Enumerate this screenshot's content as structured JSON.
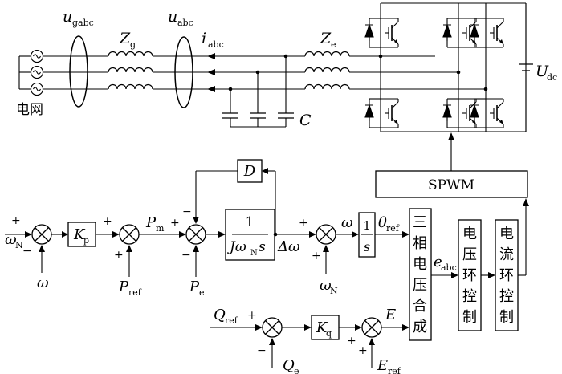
{
  "labels": {
    "u_gabc": "u",
    "u_gabc_sub": "gabc",
    "zg": "Z",
    "zg_sub": "g",
    "u_abc": "u",
    "u_abc_sub": "abc",
    "i_abc": "i",
    "i_abc_sub": "abc",
    "ze": "Z",
    "ze_sub": "e",
    "udc": "U",
    "udc_sub": "dc",
    "cap": "C",
    "grid": "电网"
  },
  "blocks": {
    "spwm": "SPWM",
    "d": "D",
    "kp": "K",
    "kp_sub": "p",
    "kq": "K",
    "kq_sub": "q",
    "swing_num": "1",
    "swing_den": "Jω",
    "swing_den_sub": "N",
    "swing_den_s": "s",
    "int_num": "1",
    "int_den": "s",
    "synth": [
      "三",
      "相",
      "电",
      "压",
      "合",
      "成"
    ],
    "vloop": [
      "电",
      "压",
      "环",
      "控",
      "制"
    ],
    "iloop": [
      "电",
      "流",
      "环",
      "控",
      "制"
    ]
  },
  "signals": {
    "omega_n": "ω",
    "omega_n_sub": "N",
    "omega": "ω",
    "p_ref": "P",
    "p_ref_sub": "ref",
    "p_m": "P",
    "p_m_sub": "m",
    "p_e": "P",
    "p_e_sub": "e",
    "delta_omega": "Δω",
    "omega_out": "ω",
    "omega_n2": "ω",
    "omega_n2_sub": "N",
    "theta_ref": "θ",
    "theta_ref_sub": "ref",
    "e_abc": "e",
    "e_abc_sub": "abc",
    "q_ref": "Q",
    "q_ref_sub": "ref",
    "q_e": "Q",
    "q_e_sub": "e",
    "e_out": "E",
    "e_ref": "E",
    "e_ref_sub": "ref"
  },
  "signs": {
    "plus": "+",
    "minus": "−"
  }
}
